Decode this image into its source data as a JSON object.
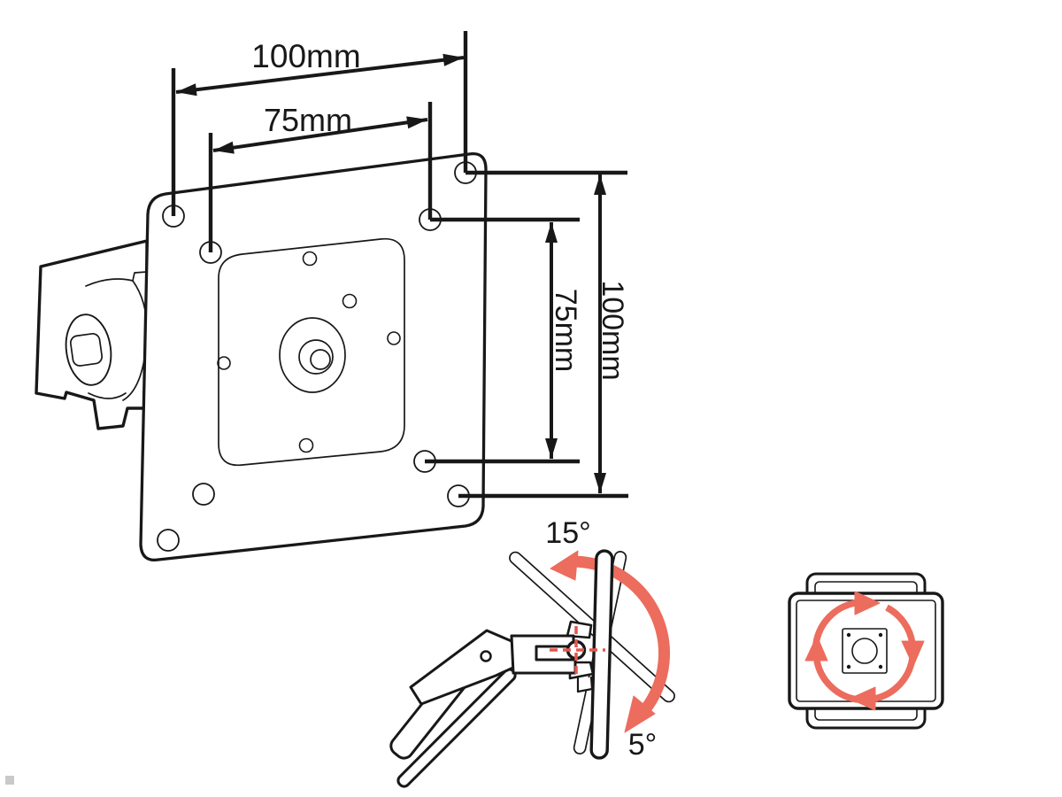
{
  "drawing": {
    "kind": "vesa-adapter-plate-technical-diagram"
  },
  "dimensions": {
    "top_outer": "100mm",
    "top_inner": "75mm",
    "side_inner": "75mm",
    "side_outer": "100mm"
  },
  "tilt": {
    "up_angle": "15°",
    "down_angle": "5°"
  },
  "colors": {
    "ink": "#181818",
    "accent": "#ec6c5d",
    "dash": "#e4564c",
    "watermark": "#c9c9c9"
  }
}
